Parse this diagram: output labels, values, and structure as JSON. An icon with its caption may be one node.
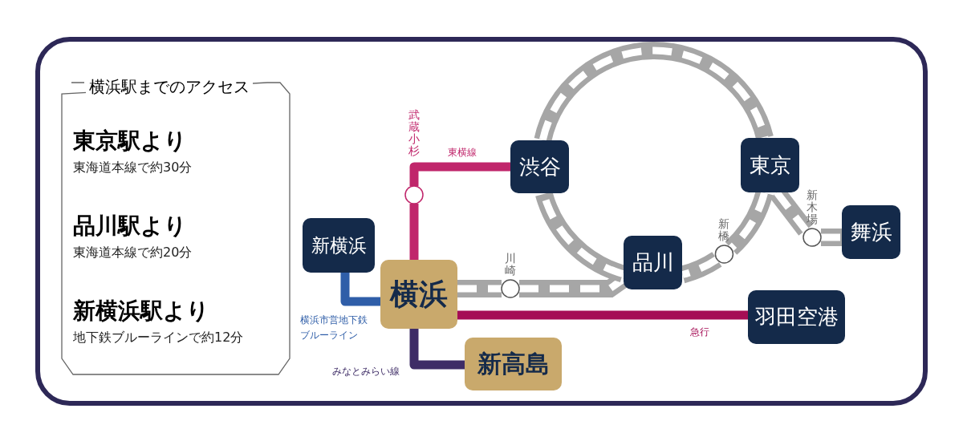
{
  "diagram": {
    "nodes": [
      {
        "text": [
          "横浜駅までのアクセス",
          "東京駅より",
          "東海道本線で約30分",
          "品川駅より",
          "東海道本線で約20分",
          "新横浜駅より",
          "地下鉄ブルーラインで約12分"
        ]
      },
      {
        "text": [
          "新横浜"
        ]
      },
      {
        "text": [
          "横浜"
        ]
      },
      {
        "text": [
          "渋谷"
        ]
      },
      {
        "text": [
          "東京"
        ]
      },
      {
        "text": [
          "品川"
        ]
      },
      {
        "text": [
          "舞浜"
        ]
      },
      {
        "text": [
          "羽田空港"
        ]
      },
      {
        "text": [
          "新高島"
        ]
      },
      {
        "text": [],
        "shape": "circle",
        "beside": [
          "武蔵小杉"
        ]
      },
      {
        "text": [],
        "shape": "circle",
        "beside": [
          "川崎"
        ]
      },
      {
        "text": [],
        "shape": "circle",
        "beside": [
          "新橋"
        ]
      },
      {
        "text": [],
        "shape": "circle",
        "beside": [
          "新木場"
        ]
      }
    ],
    "edges": [
      {
        "from": 2,
        "to": 9,
        "arrow": "none",
        "color": "#c0266b"
      },
      {
        "from": 9,
        "to": 3,
        "arrow": "none",
        "color": "#c0266b",
        "label": "東横線"
      },
      {
        "from": 2,
        "to": 1,
        "arrow": "none",
        "color": "#2f5ea8",
        "label": "横浜市営地下鉄ブルーライン"
      },
      {
        "from": 2,
        "to": 10,
        "arrow": "none"
      },
      {
        "from": 10,
        "to": 5,
        "arrow": "none"
      },
      {
        "from": 2,
        "to": 7,
        "arrow": "none",
        "color": "#a50d55",
        "label": "急行"
      },
      {
        "from": 2,
        "to": 8,
        "arrow": "none",
        "color": "#3e2c66",
        "label": "みなとみらい線"
      },
      {
        "from": 3,
        "to": 4,
        "arrow": "none"
      },
      {
        "from": 4,
        "to": 11,
        "arrow": "none"
      },
      {
        "from": 11,
        "to": 5,
        "arrow": "none"
      },
      {
        "from": 5,
        "to": 3,
        "arrow": "none"
      },
      {
        "from": 4,
        "to": 12,
        "arrow": "none"
      },
      {
        "from": 12,
        "to": 6,
        "arrow": "none"
      }
    ]
  }
}
